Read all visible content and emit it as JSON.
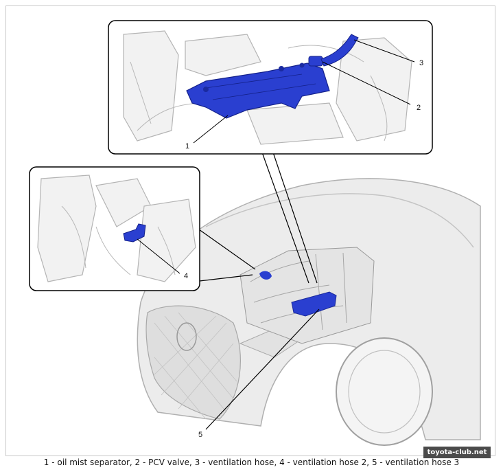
{
  "callouts": [
    "1",
    "2",
    "3",
    "4",
    "5"
  ],
  "caption": "1 - oil mist separator, 2 - PCV valve, 3 - ventilation hose, 4 - ventilation hose 2, 5 - ventilation hose 3",
  "watermark": "toyota-club.net",
  "colors": {
    "highlight_part": "#2a3fd0",
    "line_art": "#9a9a9a",
    "body_fill": "#ececec",
    "border": "#000000"
  }
}
